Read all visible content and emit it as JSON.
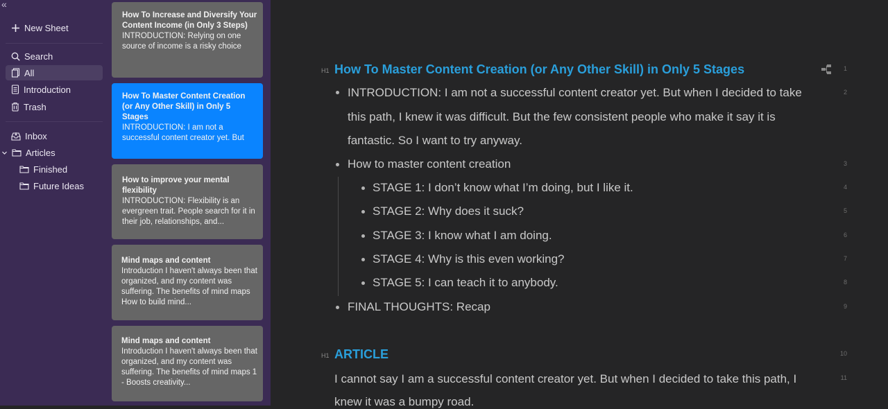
{
  "sidebar": {
    "new_sheet": "New Sheet",
    "search": "Search",
    "all": "All",
    "introduction": "Introduction",
    "trash": "Trash",
    "inbox": "Inbox",
    "articles": "Articles",
    "finished": "Finished",
    "future_ideas": "Future Ideas"
  },
  "sheets": [
    {
      "title": "How To Increase and Diversify Your Content Income (in Only 3 Steps)",
      "preview": "INTRODUCTION: Relying on one source of income is a risky choice"
    },
    {
      "title": "How To Master Content Creation (or Any Other Skill) in Only 5 Stages",
      "preview": "INTRODUCTION: I am not a successful content creator yet. But"
    },
    {
      "title": "How to improve your mental flexibility",
      "preview": "INTRODUCTION: Flexibility is an evergreen trait. People search for it in their job, relationships, and..."
    },
    {
      "title": "Mind maps and content",
      "preview": "Introduction I haven't always been that organized, and my content was suffering. The benefits of mind maps How to build mind..."
    },
    {
      "title": "Mind maps and content",
      "preview": "Introduction I haven't always been that organized, and my content was suffering. The benefits of mind maps 1 - Boosts creativity..."
    }
  ],
  "editor": {
    "h1_tag": "H1",
    "heading1": "How To Master Content Creation (or Any Other Skill) in Only 5 Stages",
    "intro_line1": "INTRODUCTION: I am not a successful content creator yet. But when I decided to take",
    "intro_line2": "this path, I knew it was difficult. But the few consistent people who make it say it is",
    "intro_line3": "fantastic. So I want to try anyway.",
    "master": "How to master content creation",
    "stage1": "STAGE 1: I don’t know what I’m doing, but I like it.",
    "stage2": "STAGE 2: Why does it suck?",
    "stage3": "STAGE 3: I know what I am doing.",
    "stage4": "STAGE 4: Why is this even working?",
    "stage5": "STAGE 5: I can teach it to anybody.",
    "final": "FINAL THOUGHTS: Recap",
    "heading2": "ARTICLE",
    "article_line1": "I cannot say I am a successful content creator yet. But when I decided to take this path, I",
    "article_line2": "knew it was a bumpy road.",
    "line_numbers": [
      "1",
      "2",
      "3",
      "4",
      "5",
      "6",
      "7",
      "8",
      "9",
      "10",
      "11"
    ]
  },
  "colors": {
    "accent": "#0a84ff",
    "heading": "#2a9fdb",
    "sidebar_bg": "#3b2b54"
  }
}
